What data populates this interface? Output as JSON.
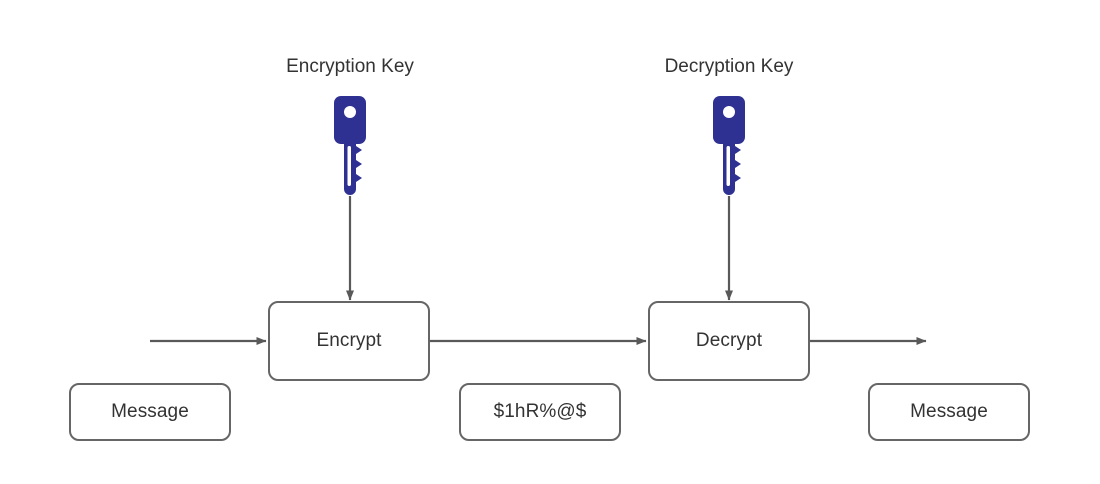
{
  "diagram": {
    "title": "Symmetric encryption flow diagram",
    "background_color": "#ffffff",
    "stroke_color": "#666666",
    "text_color": "#333333",
    "key_color": "#2E3192",
    "captions": [
      {
        "id": "encryption-key",
        "label": "Encryption Key"
      },
      {
        "id": "decryption-key",
        "label": "Decryption Key"
      }
    ],
    "keys": [
      {
        "id": "encryption-key-icon",
        "name": "key-icon"
      },
      {
        "id": "decryption-key-icon",
        "name": "key-icon"
      }
    ],
    "process_boxes": [
      {
        "id": "encrypt-box",
        "label": "Encrypt"
      },
      {
        "id": "decrypt-box",
        "label": "Decrypt"
      }
    ],
    "data_boxes": [
      {
        "id": "plaintext-in",
        "label": "Message"
      },
      {
        "id": "ciphertext",
        "label": "$1hR%@$"
      },
      {
        "id": "plaintext-out",
        "label": "Message"
      }
    ],
    "arrows": [
      {
        "id": "input-arrow",
        "direction": "right"
      },
      {
        "id": "encrypt-to-decrypt-arrow",
        "direction": "right"
      },
      {
        "id": "output-arrow",
        "direction": "right"
      },
      {
        "id": "encryption-key-arrow",
        "direction": "down"
      },
      {
        "id": "decryption-key-arrow",
        "direction": "down"
      }
    ]
  }
}
